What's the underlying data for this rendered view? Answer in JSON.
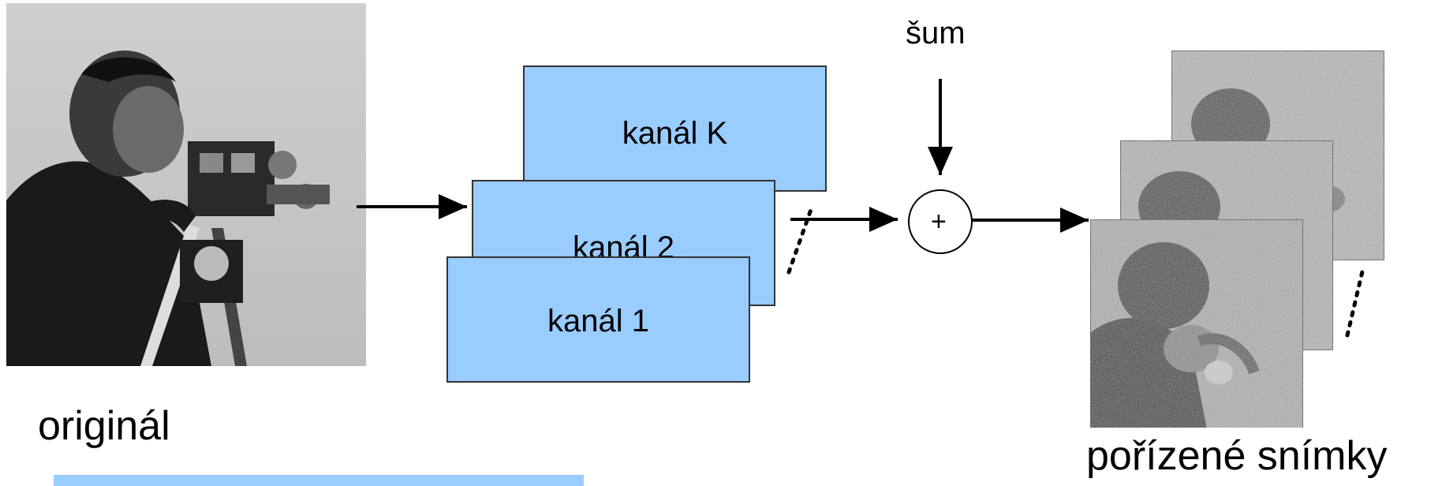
{
  "labels": {
    "original": "originál",
    "noise": "šum",
    "adder": "+",
    "captured_images": "pořízené snímky"
  },
  "channels": {
    "back": "kanál K",
    "middle": "kanál 2",
    "front": "kanál 1"
  },
  "colors": {
    "channel_fill": "#99ccff",
    "accent_bar": "#99ccff"
  }
}
